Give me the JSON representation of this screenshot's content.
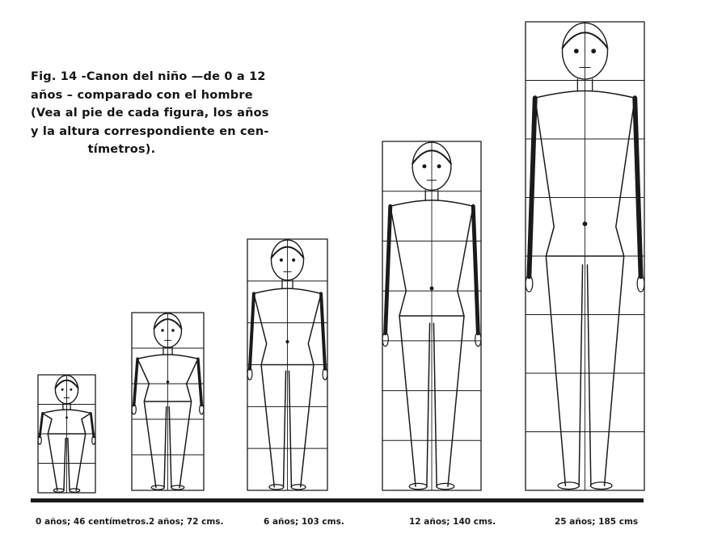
{
  "caption": {
    "lines": [
      "Fig. 14 -Canon del niño —de 0 a 12",
      "años – comparado con el hombre",
      "(Vea al pie de cada figura, los años",
      "y la altura correspondiente en cen-",
      "tímetros)."
    ]
  },
  "figures": [
    {
      "label": "0 años; 46 centímetros."
    },
    {
      "label": "2 años; 72 cms."
    },
    {
      "label": "6 años; 103 cms."
    },
    {
      "label": "12 años; 140 cms."
    },
    {
      "label": "25 años; 185 cms"
    }
  ],
  "colors": {
    "ink": "#1a1a1a",
    "paper": "#ffffff"
  }
}
